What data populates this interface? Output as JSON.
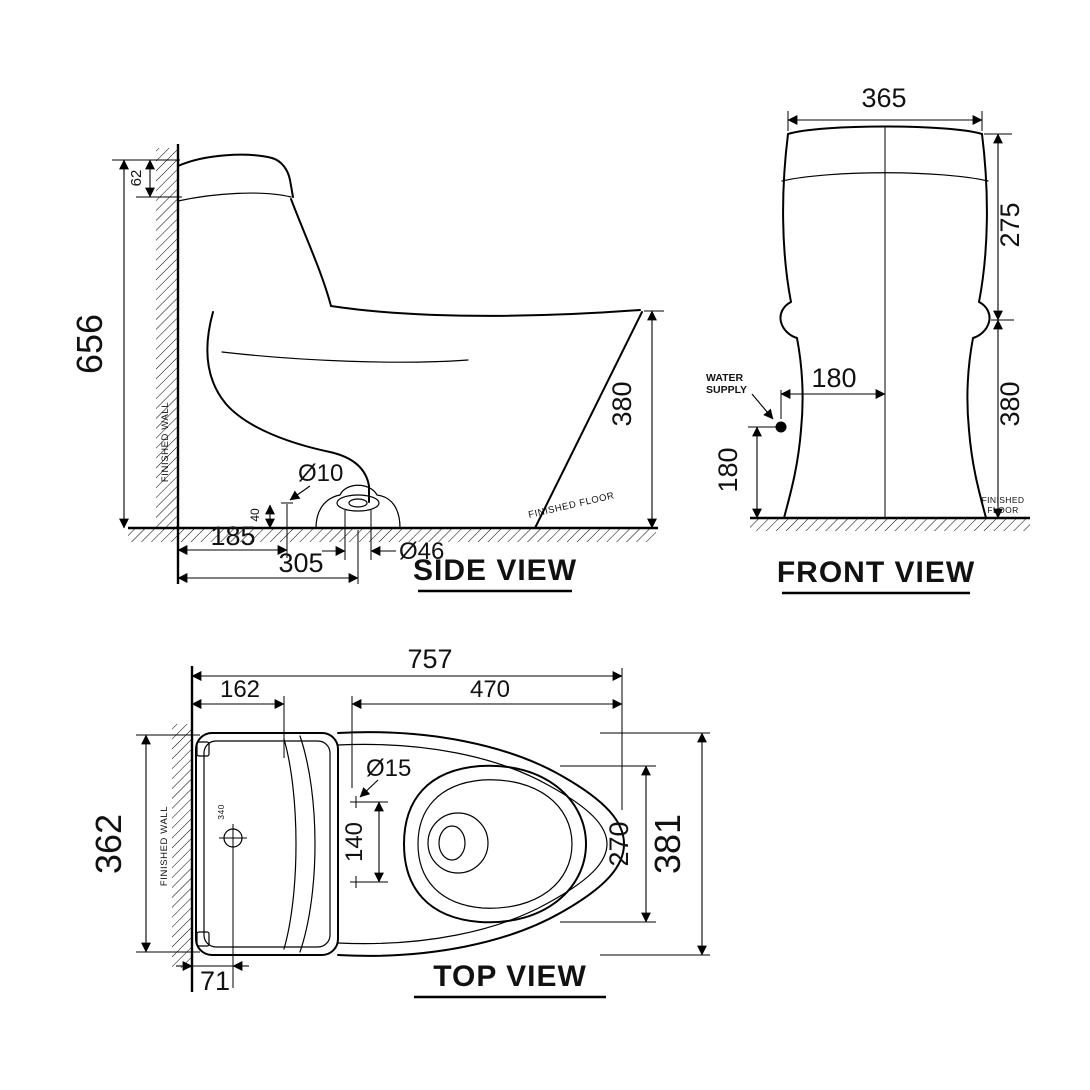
{
  "colors": {
    "ink": "#000000",
    "background": "#ffffff"
  },
  "side_view": {
    "title": "SIDE VIEW",
    "finished_wall": "FINISHED WALL",
    "finished_floor": "FINISHED FLOOR",
    "dim_total_height": "656",
    "dim_lid_height": "62",
    "dim_rim_height": "380",
    "dim_outlet_dia": "Ø10",
    "dim_outlet_rise": "40",
    "dim_wall_to_outlet": "185",
    "dim_wall_to_trap": "305",
    "dim_trap_dia": "Ø46"
  },
  "front_view": {
    "title": "FRONT VIEW",
    "water_supply_line1": "WATER",
    "water_supply_line2": "SUPPLY",
    "finished_floor_line1": "FINISHED",
    "finished_floor_line2": "FLOOR",
    "dim_tank_width": "365",
    "dim_tank_height": "275",
    "dim_supply_to_center": "180",
    "dim_supply_height": "180",
    "dim_rim_height": "380"
  },
  "top_view": {
    "title": "TOP VIEW",
    "finished_wall": "FINISHED WALL",
    "dim_total_length": "757",
    "dim_wall_to_lid": "162",
    "dim_seat_length": "470",
    "dim_hole_dia": "Ø15",
    "dim_hole_spacing": "140",
    "dim_seat_width": "270",
    "dim_bowl_width": "381",
    "dim_total_width": "362",
    "dim_supply_mark": "340",
    "dim_wall_to_supply": "71"
  }
}
